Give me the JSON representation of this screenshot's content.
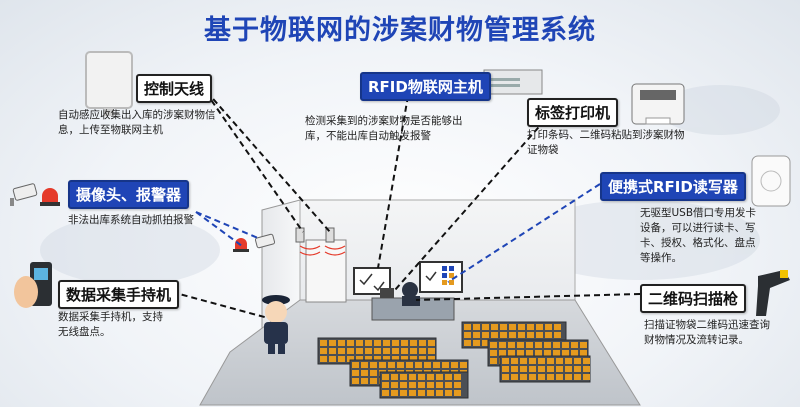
{
  "title": "基于物联网的涉案财物管理系统",
  "labels": {
    "antenna": "控制天线",
    "rfid_host": "RFID物联网主机",
    "label_printer": "标签打印机",
    "camera_alarm": "摄像头、报警器",
    "portable_reader": "便携式RFID读写器",
    "handheld": "数据采集手持机",
    "qr_scanner": "二维码扫描枪"
  },
  "descriptions": {
    "antenna": [
      "自动感应收集出入库的涉案财物信",
      "息，上传至物联网主机"
    ],
    "rfid_host": [
      "检测采集到的涉案财物是否能够出",
      "库，不能出库自动触发报警"
    ],
    "label_printer": [
      "打印条码、二维码粘贴到涉案财物",
      "证物袋"
    ],
    "camera_alarm": [
      "非法出库系统自动抓拍报警"
    ],
    "portable_reader": [
      "无驱型USB借口专用发卡",
      "设备，可以进行读卡、写",
      "卡、授权、格式化、盘点",
      "等操作。"
    ],
    "handheld": [
      "数据采集手持机，支持",
      "无线盘点。"
    ],
    "qr_scanner": [
      "扫描证物袋二维码迅速查询",
      "财物情况及流转记录。"
    ]
  },
  "colors": {
    "title": "#1f45b6",
    "label_blue": "#1f45b6",
    "dashed_black": "#111111",
    "dashed_blue": "#1f45b6",
    "shelf_box": "#e49a1f",
    "alarm": "#e53a2a"
  },
  "icons": [
    "antenna-panel-icon",
    "rfid-host-icon",
    "label-printer-icon",
    "camera-icon",
    "alarm-icon",
    "rfid-reader-icon",
    "handheld-terminal-icon",
    "barcode-scanner-icon",
    "police-officer-icon",
    "storage-shelf-icon"
  ]
}
